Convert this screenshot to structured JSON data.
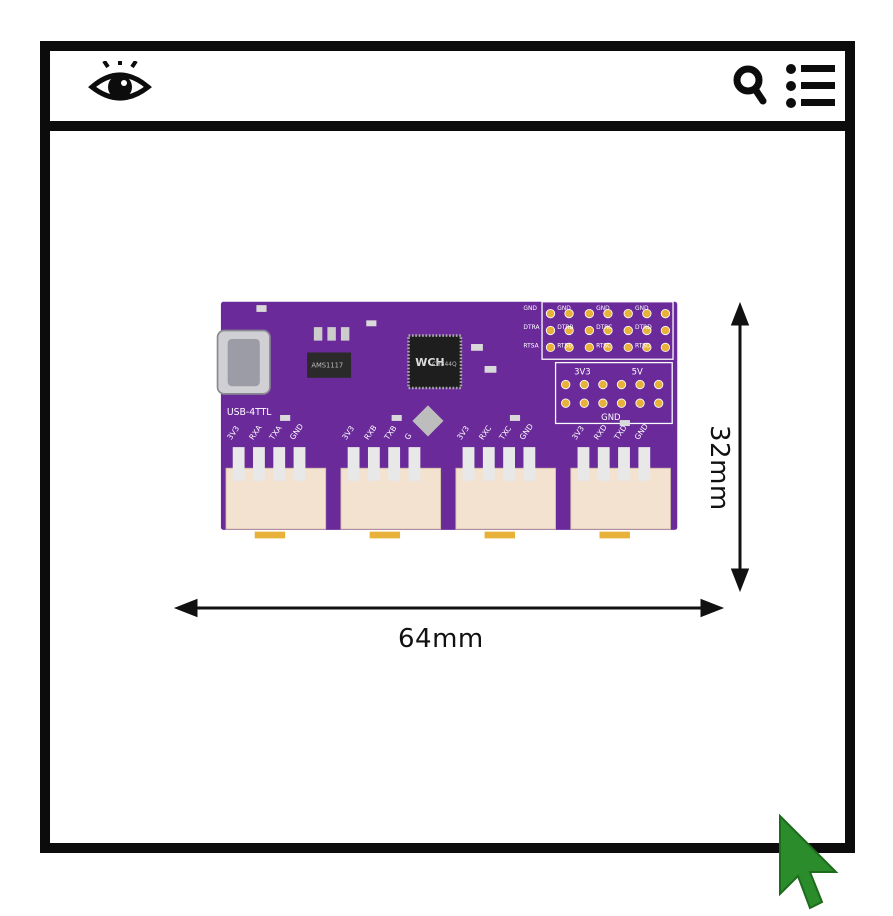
{
  "window": {
    "icons": {
      "eye": "eye-icon",
      "search": "search-icon",
      "menu": "list-menu-icon",
      "cursor": "cursor-arrow-icon"
    }
  },
  "product": {
    "board_label": "USB-4TTL",
    "width_label": "64mm",
    "height_label": "32mm",
    "chip_brand": "WCH",
    "chip_text": "CH344Q",
    "regulator_text": "AMS1117",
    "header_labels": {
      "groups": [
        {
          "pins": [
            "GND",
            "DTRA",
            "RTSA"
          ]
        },
        {
          "pins": [
            "GND",
            "DTRB",
            "RTSB"
          ]
        },
        {
          "pins": [
            "GND",
            "DTRC",
            "RTSC"
          ]
        },
        {
          "pins": [
            "GND",
            "DTRD",
            "RTSD"
          ]
        }
      ],
      "power_3v3": "3V3",
      "power_5v": "5V",
      "power_gnd": "GND"
    },
    "connectors": [
      {
        "pins": [
          "3V3",
          "RXA",
          "TXA",
          "GND"
        ]
      },
      {
        "pins": [
          "3V3",
          "RXB",
          "TXB",
          "G"
        ]
      },
      {
        "pins": [
          "3V3",
          "RXC",
          "TXC",
          "GND"
        ]
      },
      {
        "pins": [
          "3V3",
          "RXD",
          "TXD",
          "GND"
        ]
      }
    ]
  },
  "colors": {
    "frame": "#0c0c0c",
    "pcb": "#6a2a9a",
    "connector": "#f2e2cf",
    "cursor": "#2a8c2a",
    "gold": "#e8b23a"
  }
}
